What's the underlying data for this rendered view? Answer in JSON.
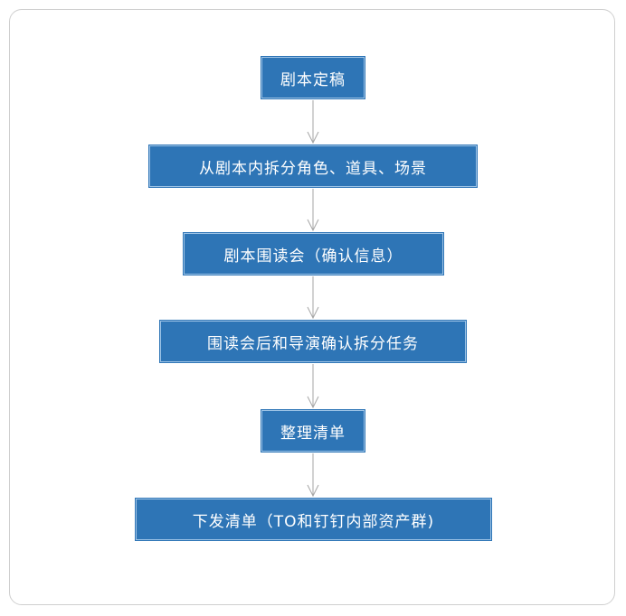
{
  "flow": {
    "steps": [
      {
        "label": "剧本定稿"
      },
      {
        "label": "从剧本内拆分角色、道具、场景"
      },
      {
        "label": "剧本围读会（确认信息）"
      },
      {
        "label": "围读会后和导演确认拆分任务"
      },
      {
        "label": "整理清单"
      },
      {
        "label": "下发清单（TO和钉钉内部资产群)"
      }
    ],
    "colors": {
      "box_fill": "#2e75b6",
      "box_border": "#9dc3e6",
      "box_text": "#ffffff",
      "arrow": "#a6a6a6",
      "frame_border": "#cfcfcf"
    }
  }
}
